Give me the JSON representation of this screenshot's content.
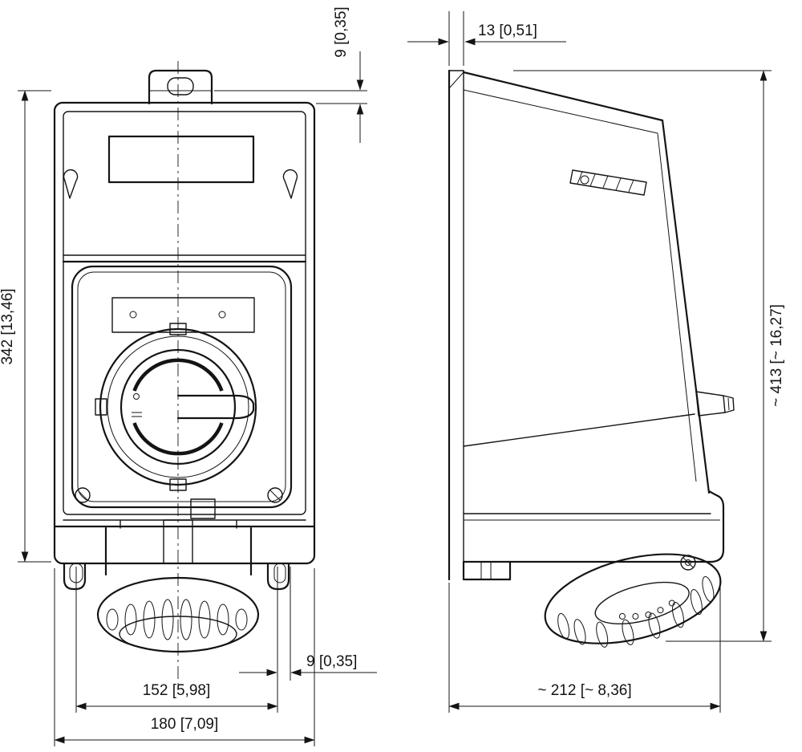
{
  "drawing": {
    "colors": {
      "line": "#141414",
      "background": "#ffffff"
    }
  },
  "dims": {
    "front_height": "342 [13,46]",
    "tab_offset": "9 [0,35]",
    "wall_thickness": "13 [0,51]",
    "side_height": "~ 413 [~ 16,27]",
    "foot_slot": "9 [0,35]",
    "inner_width": "152 [5,98]",
    "outer_width": "180 [7,09]",
    "depth": "~ 212 [~ 8,36]"
  }
}
